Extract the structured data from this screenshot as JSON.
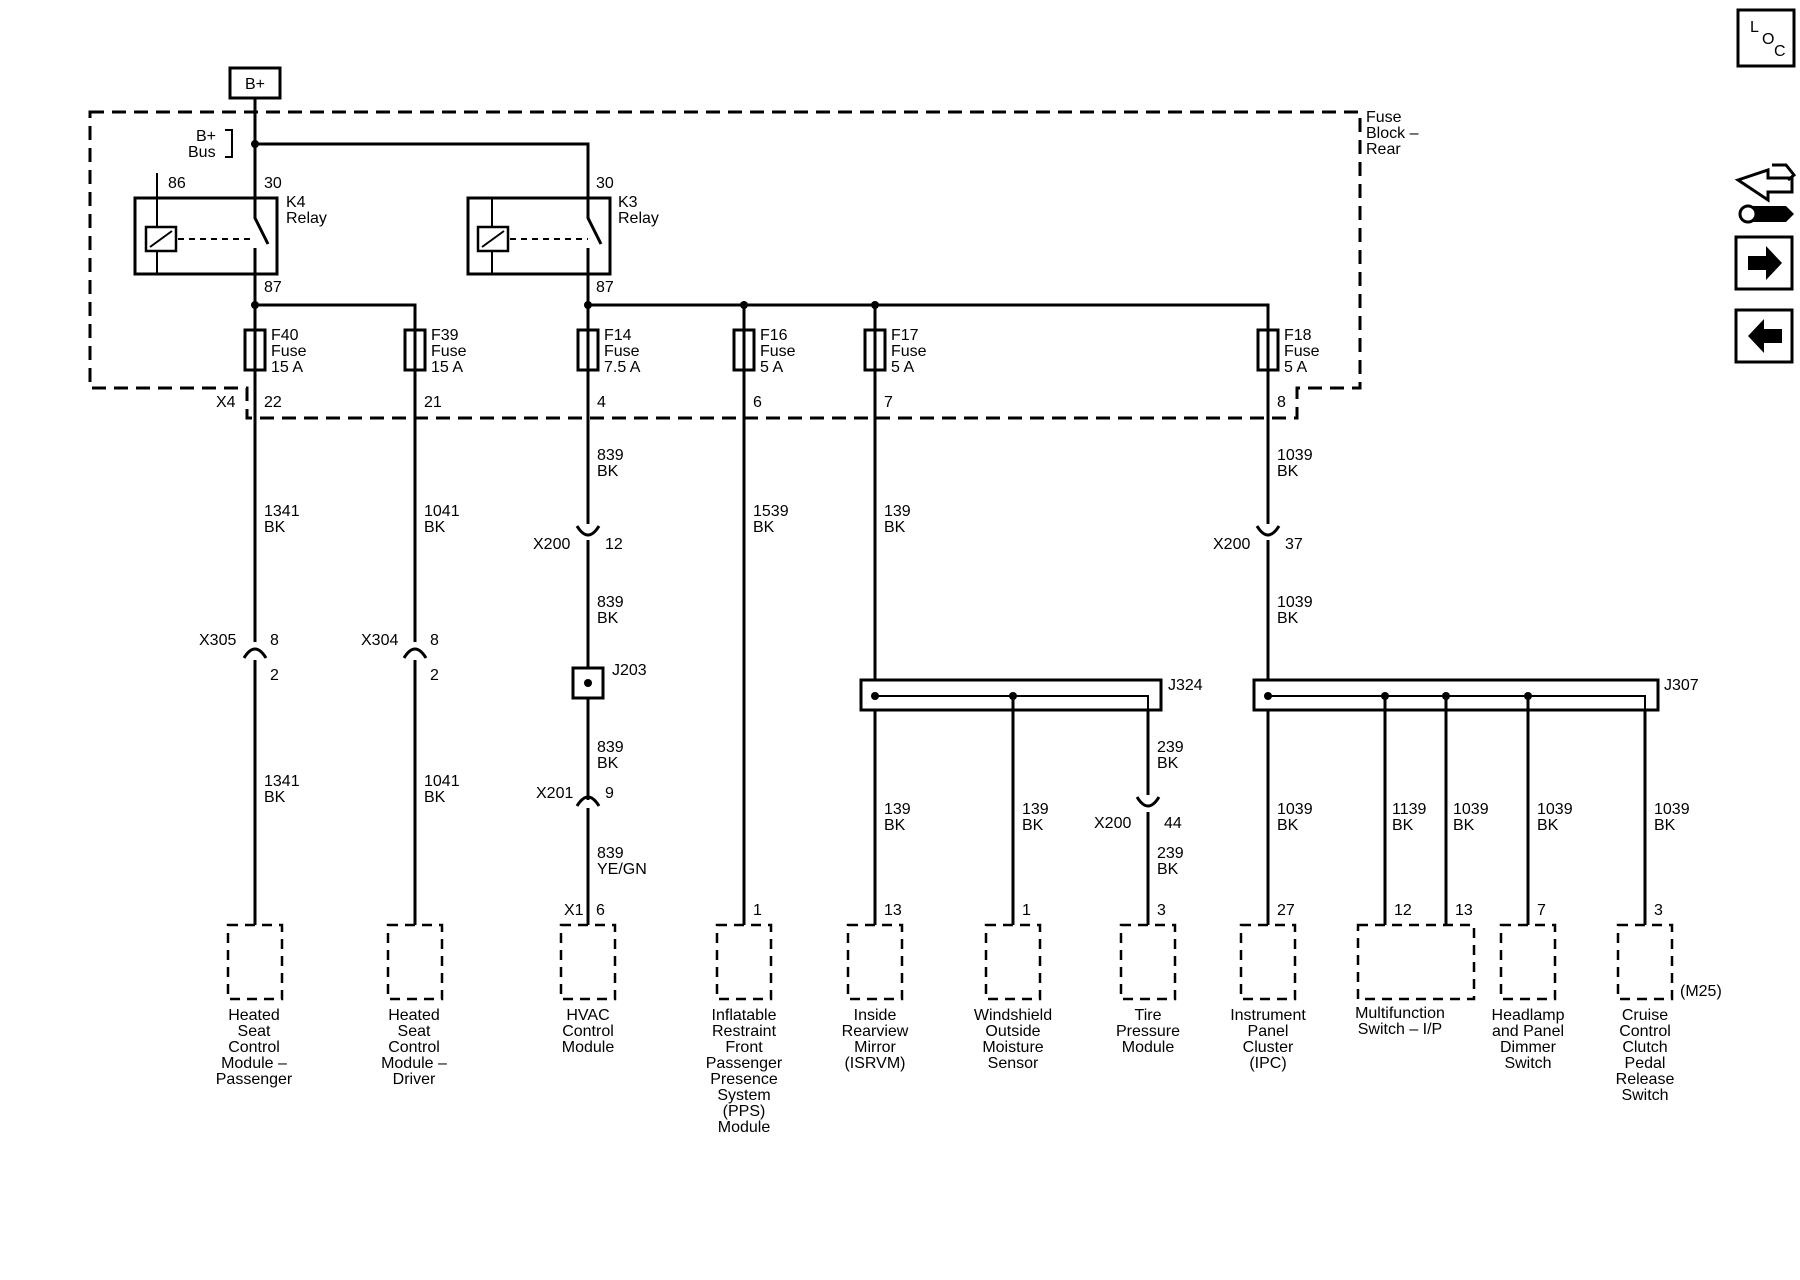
{
  "power": {
    "label": "B+"
  },
  "fuse_block": {
    "lines": [
      "Fuse",
      "Block –",
      "Rear"
    ]
  },
  "bus": {
    "lines": [
      "B+",
      "Bus"
    ]
  },
  "relays": [
    {
      "name": [
        "K4",
        "Relay"
      ],
      "pin_ctrl": "86",
      "pin_in": "30",
      "pin_out": "87"
    },
    {
      "name": [
        "K3",
        "Relay"
      ],
      "pin_in": "30",
      "pin_out": "87"
    }
  ],
  "fuses": [
    {
      "name": [
        "F40",
        "Fuse",
        "15 A"
      ],
      "pin": "22"
    },
    {
      "name": [
        "F39",
        "Fuse",
        "15 A"
      ],
      "pin": "21"
    },
    {
      "name": [
        "F14",
        "Fuse",
        "7.5 A"
      ],
      "pin": "4"
    },
    {
      "name": [
        "F16",
        "Fuse",
        "5 A"
      ],
      "pin": "6"
    },
    {
      "name": [
        "F17",
        "Fuse",
        "5 A"
      ],
      "pin": "7"
    },
    {
      "name": [
        "F18",
        "Fuse",
        "5 A"
      ],
      "pin": "8"
    }
  ],
  "x4": "X4",
  "circuits": {
    "c1341": [
      "1341",
      "BK"
    ],
    "c1041": [
      "1041",
      "BK"
    ],
    "c839": [
      "839",
      "BK"
    ],
    "c839yg": [
      "839",
      "YE/GN"
    ],
    "c1539": [
      "1539",
      "BK"
    ],
    "c139": [
      "139",
      "BK"
    ],
    "c239": [
      "239",
      "BK"
    ],
    "c1039": [
      "1039",
      "BK"
    ],
    "c1139": [
      "1139",
      "BK"
    ]
  },
  "connectors": {
    "x305": {
      "name": "X305",
      "a": "8",
      "b": "2"
    },
    "x304": {
      "name": "X304",
      "a": "8",
      "b": "2"
    },
    "x200_12": {
      "name": "X200",
      "pin": "12"
    },
    "x201_9": {
      "name": "X201",
      "pin": "9"
    },
    "x200_37": {
      "name": "X200",
      "pin": "37"
    },
    "x200_44": {
      "name": "X200",
      "pin": "44"
    },
    "x1": "X1"
  },
  "splices": {
    "j203": "J203",
    "j324": "J324",
    "j307": "J307"
  },
  "modules": [
    {
      "pin": "",
      "lines": [
        "Heated",
        "Seat",
        "Control",
        "Module –",
        "Passenger"
      ]
    },
    {
      "pin": "",
      "lines": [
        "Heated",
        "Seat",
        "Control",
        "Module –",
        "Driver"
      ]
    },
    {
      "pin": "6",
      "lines": [
        "HVAC",
        "Control",
        "Module"
      ]
    },
    {
      "pin": "1",
      "lines": [
        "Inflatable",
        "Restraint",
        "Front",
        "Passenger",
        "Presence",
        "System",
        "(PPS)",
        "Module"
      ]
    },
    {
      "pin": "13",
      "lines": [
        "Inside",
        "Rearview",
        "Mirror",
        "(ISRVM)"
      ]
    },
    {
      "pin": "1",
      "lines": [
        "Windshield",
        "Outside",
        "Moisture",
        "Sensor"
      ]
    },
    {
      "pin": "3",
      "lines": [
        "Tire",
        "Pressure",
        "Module"
      ]
    },
    {
      "pin": "27",
      "lines": [
        "Instrument",
        "Panel",
        "Cluster",
        "(IPC)"
      ]
    },
    {
      "pins": [
        "12",
        "13"
      ],
      "lines": [
        "Multifunction",
        "Switch – I/P"
      ]
    },
    {
      "pin": "7",
      "lines": [
        "Headlamp",
        "and Panel",
        "Dimmer",
        "Switch"
      ]
    },
    {
      "pin": "3",
      "lines": [
        "Cruise",
        "Control",
        "Clutch",
        "Pedal",
        "Release",
        "Switch"
      ]
    }
  ],
  "m25": "(M25)",
  "nav": {
    "loc_icon": "location-icon",
    "component_icon": "component-view-icon",
    "next_icon": "arrow-right-icon",
    "prev_icon": "arrow-left-icon",
    "loc_glyphs": [
      "L",
      "O",
      "C"
    ]
  }
}
